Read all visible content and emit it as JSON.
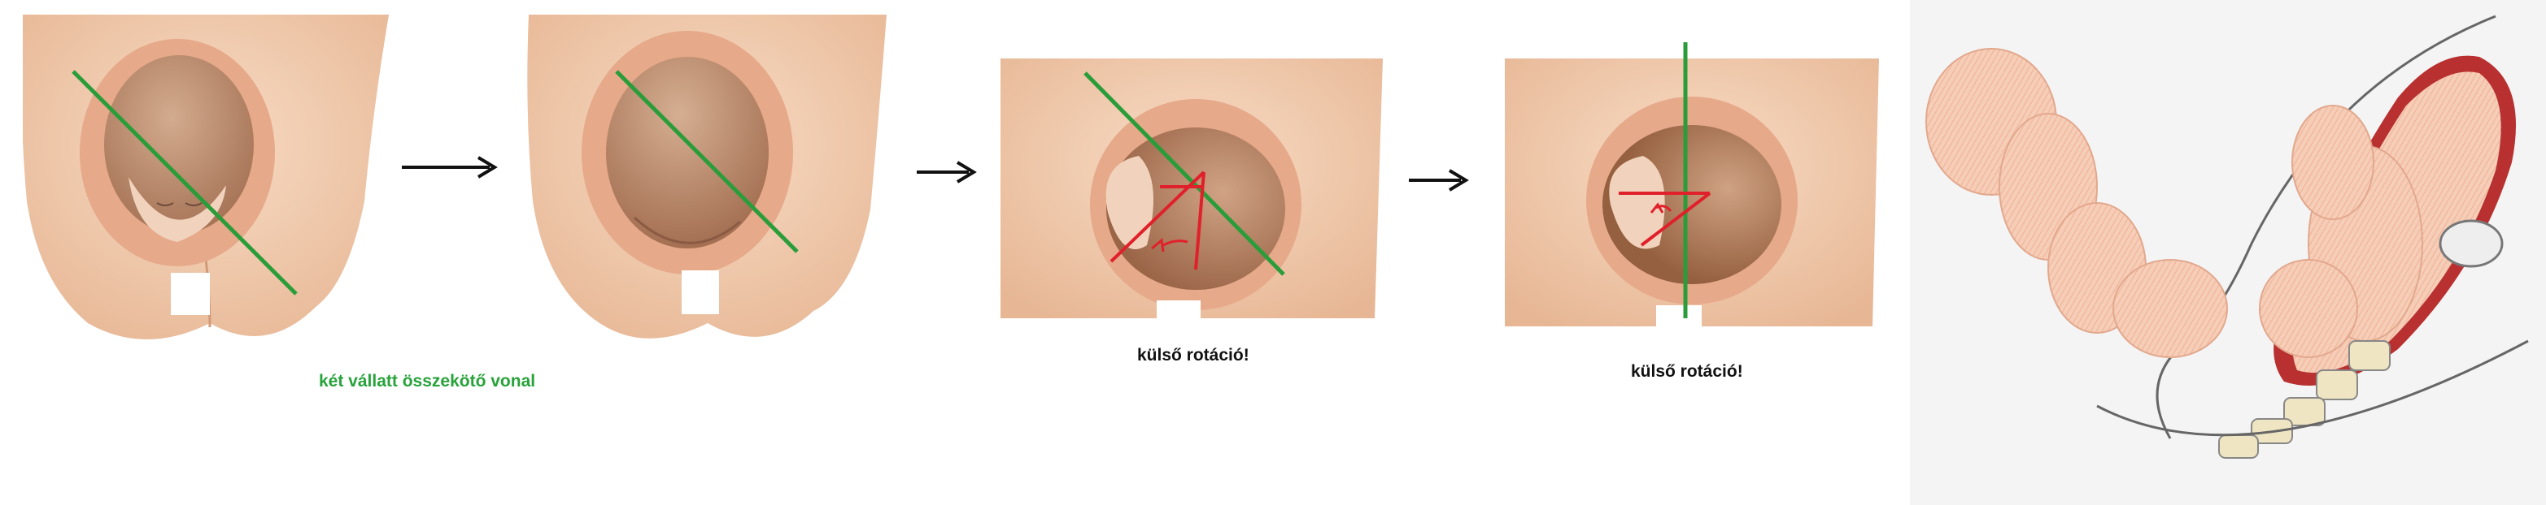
{
  "captions": {
    "shoulder_line": "két vállatt összekötő vonal",
    "external_rotation_1": "külső rotáció!",
    "external_rotation_2": "külső rotáció!"
  },
  "colors": {
    "skin": "#f3cfb3",
    "skin_shadow": "#d9a07e",
    "hair": "#b98a6d",
    "shoulder_line": "#2a9d3a",
    "rotation_marks": "#e0202a",
    "caption_green": "#27a33a",
    "caption_dark": "#111111",
    "uterus": "#b83030"
  },
  "icons": {
    "arrows": "long-right-arrow"
  }
}
